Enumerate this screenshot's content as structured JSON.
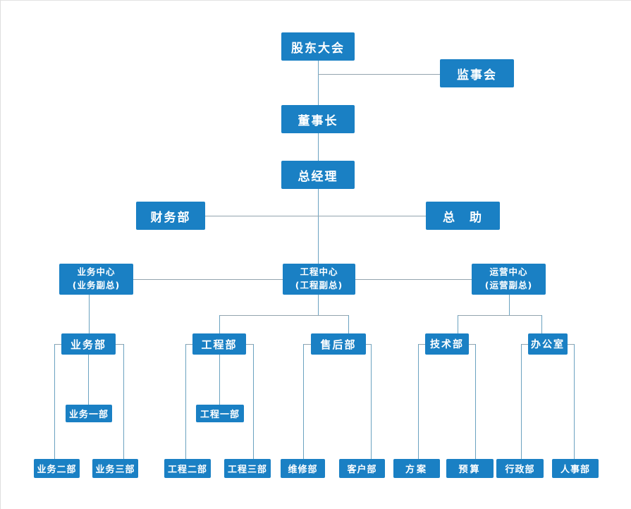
{
  "diagram": {
    "type": "org-chart",
    "box_color": "#1a80c4",
    "vertical_line_color": "#6ba2c0",
    "horizontal_line_color": "#93a4ae",
    "text_color": "#ffffff",
    "nodes": {
      "shareholders_meeting": {
        "label": "股东大会"
      },
      "supervisory_board": {
        "label": "监事会"
      },
      "chairman": {
        "label": "董事长"
      },
      "general_manager": {
        "label": "总经理"
      },
      "finance_dept": {
        "label": "财务部"
      },
      "gm_assistant": {
        "label": "总　助"
      },
      "business_center": {
        "line1": "业务中心",
        "line2": "(业务副总)"
      },
      "engineering_center": {
        "line1": "工程中心",
        "line2": "(工程副总)"
      },
      "operations_center": {
        "line1": "运营中心",
        "line2": "(运营副总)"
      },
      "business_dept": {
        "label": "业务部"
      },
      "engineering_dept": {
        "label": "工程部"
      },
      "aftersales_dept": {
        "label": "售后部"
      },
      "technology_dept": {
        "label": "技术部"
      },
      "office": {
        "label": "办公室"
      },
      "business_div1": {
        "label": "业务一部"
      },
      "engineering_div1": {
        "label": "工程一部"
      },
      "business_div2": {
        "label": "业务二部"
      },
      "business_div3": {
        "label": "业务三部"
      },
      "engineering_div2": {
        "label": "工程二部"
      },
      "engineering_div3": {
        "label": "工程三部"
      },
      "maintenance_dept": {
        "label": "维修部"
      },
      "customer_dept": {
        "label": "客户部"
      },
      "proposal_team": {
        "label": "方案"
      },
      "budget_team": {
        "label": "预算"
      },
      "admin_dept": {
        "label": "行政部"
      },
      "hr_dept": {
        "label": "人事部"
      }
    }
  }
}
